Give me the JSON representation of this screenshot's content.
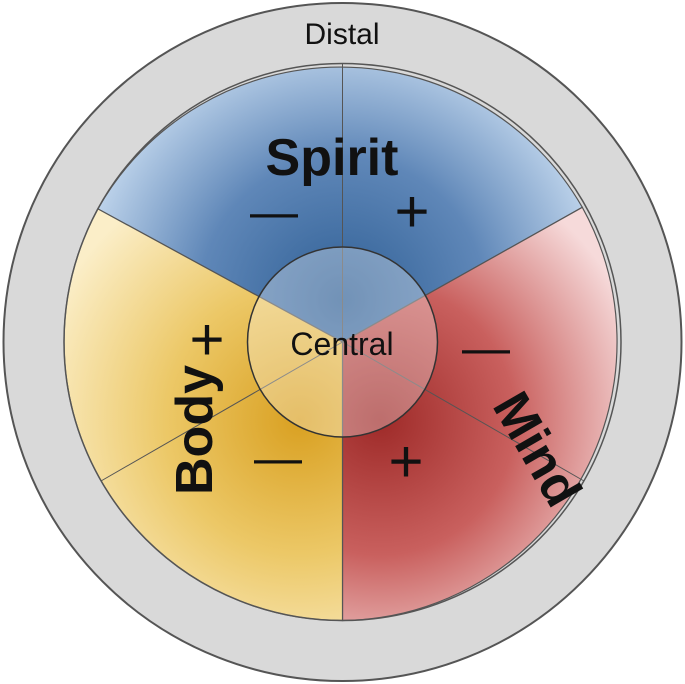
{
  "outer_ring": {
    "label": "Distal",
    "fill": "#d9d9d9"
  },
  "center": {
    "label": "Central"
  },
  "sectors": {
    "spirit": {
      "label": "Spirit",
      "color": "#5f87b8",
      "signs": [
        "—",
        "+"
      ]
    },
    "mind": {
      "label": "Mind",
      "color": "#c24a48",
      "signs": [
        "—",
        "+"
      ]
    },
    "body": {
      "label": "Body",
      "color": "#e2b53f",
      "signs": [
        "+",
        "—"
      ]
    }
  }
}
